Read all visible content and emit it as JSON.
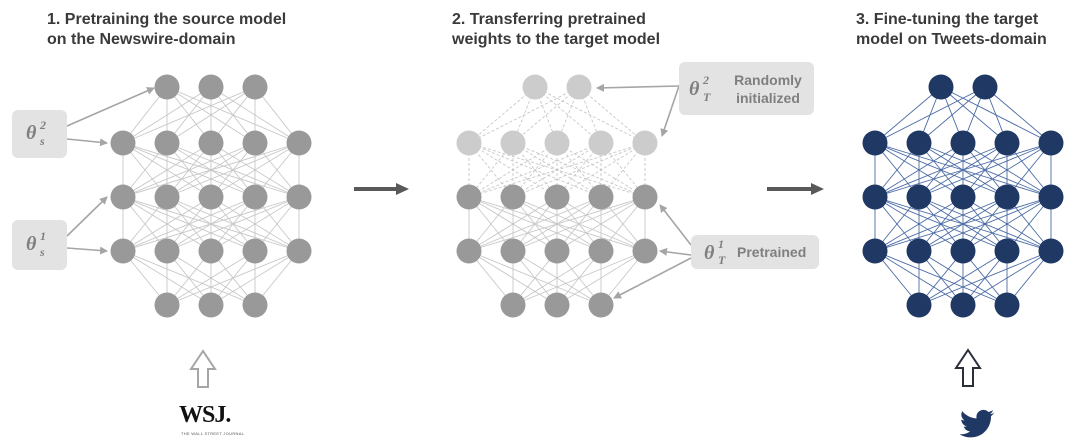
{
  "titles": {
    "step1": {
      "line1": "1. Pretraining the source model",
      "line2": "on the Newswire-domain"
    },
    "step2": {
      "line1": "2. Transferring pretrained",
      "line2": "weights to the target model"
    },
    "step3": {
      "line1": "3. Fine-tuning the target",
      "line2": "model on Tweets-domain"
    }
  },
  "labels": {
    "source_upper": {
      "symbol": "θ",
      "sup": "2",
      "sub": "s"
    },
    "source_lower": {
      "symbol": "θ",
      "sup": "1",
      "sub": "s"
    },
    "target_upper": {
      "symbol": "θ",
      "sup": "2",
      "sub": "T",
      "text_line1": "Randomly",
      "text_line2": "initialized"
    },
    "target_lower": {
      "symbol": "θ",
      "sup": "1",
      "sub": "T",
      "text": "Pretrained"
    }
  },
  "logos": {
    "wsj": "WSJ.",
    "wsj_tagline": "THE WALL STREET JOURNAL",
    "twitter": "twitter-bird"
  },
  "colors": {
    "pretrained_node": "#999999",
    "random_node": "#cccccc",
    "finetuned_node": "#1f3864",
    "label_bg": "#e3e3e3",
    "arrow": "#555555"
  }
}
